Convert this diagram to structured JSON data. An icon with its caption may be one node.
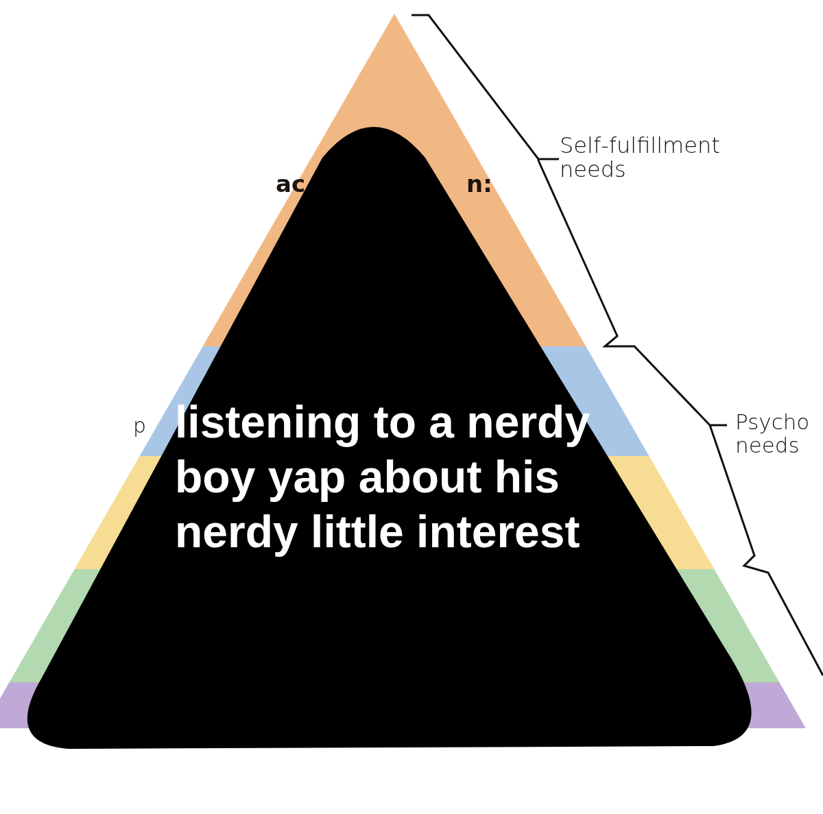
{
  "diagram": {
    "nodes": [
      {
        "text": [
          "listening to a nerdy boy yap about his nerdy little interest"
        ]
      }
    ],
    "labels": [
      "ac",
      "n:",
      "Self-fulfillment needs",
      "p",
      "Psycho needs"
    ]
  }
}
